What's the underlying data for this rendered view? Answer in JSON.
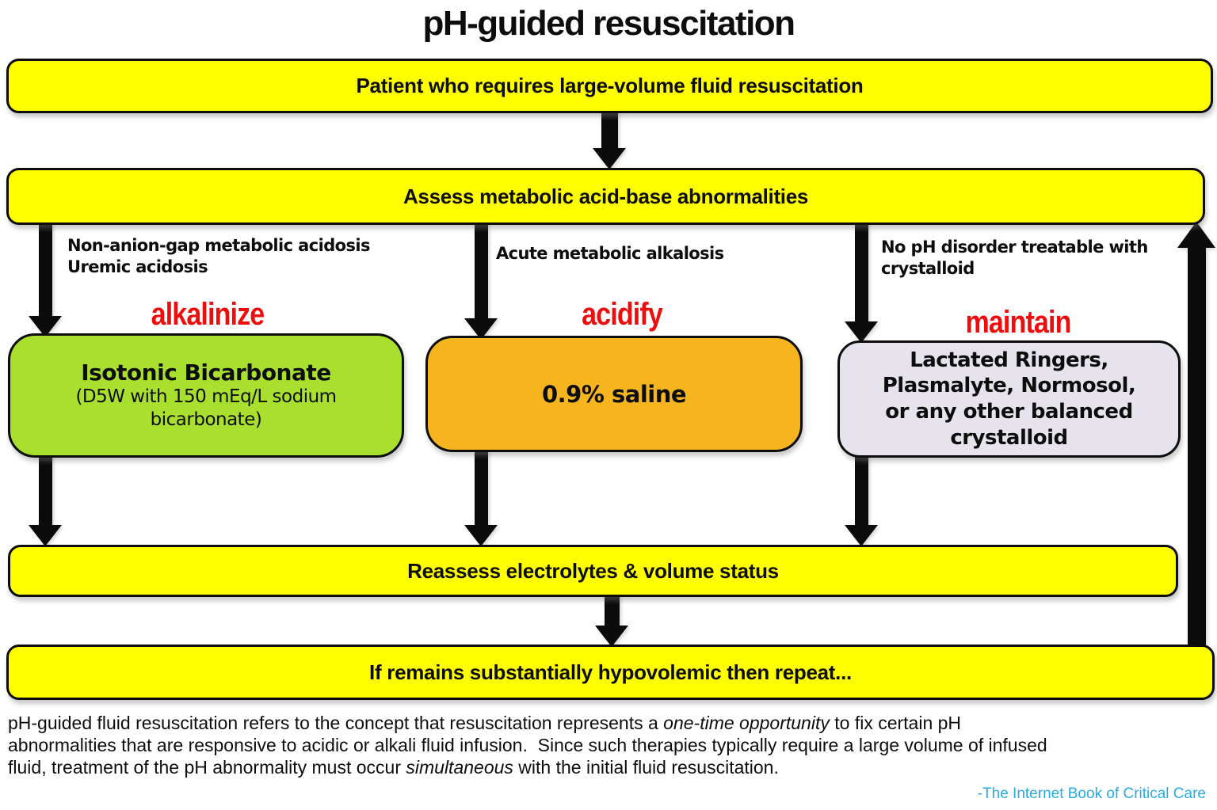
{
  "title": "pH-guided resuscitation",
  "colors": {
    "process_box": "#ffff00",
    "alkalinize_box": "#a9e02f",
    "acidify_box": "#f6b41e",
    "maintain_box": "#e6e3ed",
    "action_red": "#ee0d0d",
    "credit_cyan": "#29abe2",
    "arrow_black": "#0b0b0b"
  },
  "flow": {
    "start": "Patient who requires large-volume fluid resuscitation",
    "assess": "Assess metabolic acid-base abnormalities",
    "branches": [
      {
        "condition": [
          "Non-anion-gap metabolic acidosis",
          "Uremic acidosis"
        ],
        "action": "alkalinize",
        "treatment": "Isotonic Bicarbonate",
        "detail": [
          "(D5W with 150 mEq/L sodium",
          "bicarbonate)"
        ]
      },
      {
        "condition": [
          "Acute metabolic alkalosis"
        ],
        "action": "acidify",
        "treatment": "0.9% saline"
      },
      {
        "condition": [
          "No pH disorder treatable with",
          "crystalloid"
        ],
        "action": "maintain",
        "treatment": [
          "Lactated Ringers,",
          "Plasmalyte, Normosol,",
          "or any other balanced",
          "crystalloid"
        ]
      }
    ],
    "reassess": "Reassess electrolytes & volume status",
    "repeat": "If remains substantially hypovolemic then repeat..."
  },
  "footnote": {
    "line1_pre": "pH-guided fluid resuscitation refers to the concept that resuscitation represents a ",
    "line1_em": "one-time opportunity",
    "line1_post": " to fix certain pH",
    "line2": "abnormalities that are responsive to acidic or alkali fluid infusion.  Since such therapies typically require a large volume of infused",
    "line3_pre": "fluid, treatment of the pH abnormality must occur ",
    "line3_em": "simultaneous",
    "line3_post": " with the initial fluid resuscitation.",
    "credit": "-The Internet Book of Critical Care"
  }
}
